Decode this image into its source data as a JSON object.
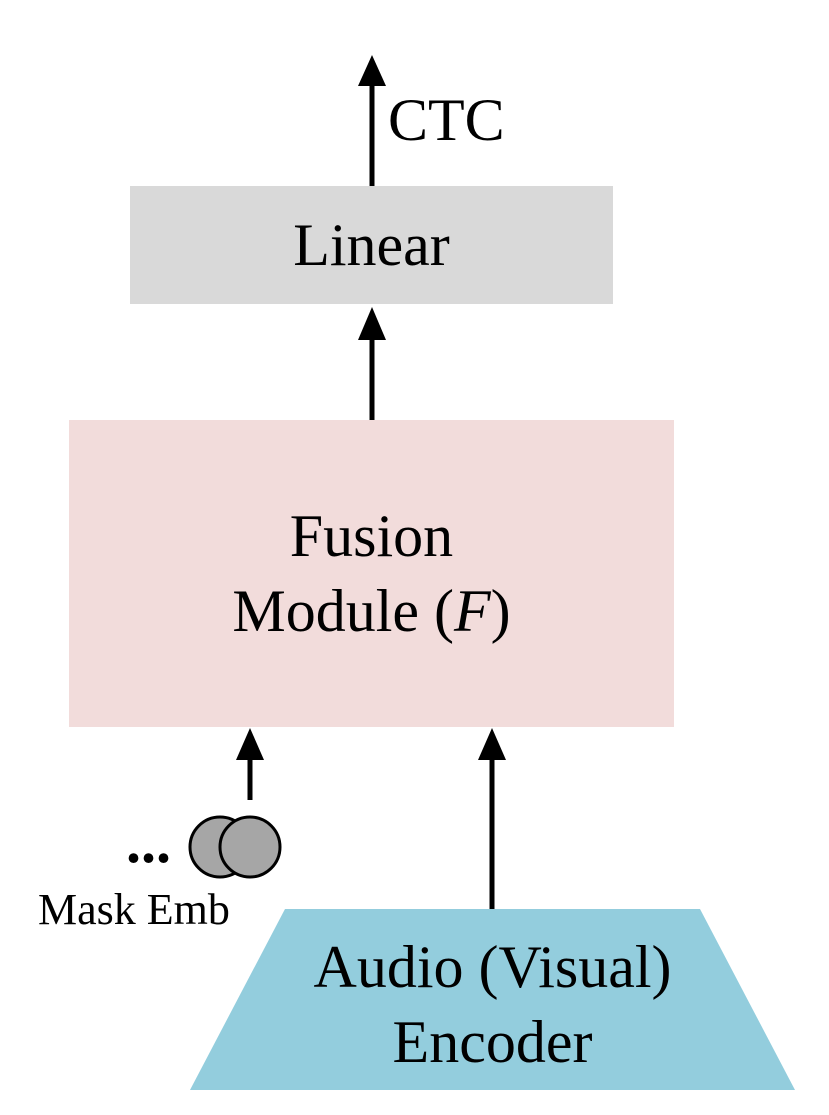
{
  "output": {
    "label": "CTC"
  },
  "linear": {
    "label": "Linear"
  },
  "fusion": {
    "line1": "Fusion",
    "line2_prefix": "Module (",
    "symbol": "F",
    "line2_suffix": ")"
  },
  "mask": {
    "ellipsis": "...",
    "label": "Mask Emb"
  },
  "encoder": {
    "line1": "Audio (Visual)",
    "line2": "Encoder"
  },
  "colors": {
    "linear": "#d9d9d9",
    "fusion": "#f2dcdb",
    "encoder": "#93cddd",
    "mask_circle": "#a6a6a6"
  }
}
